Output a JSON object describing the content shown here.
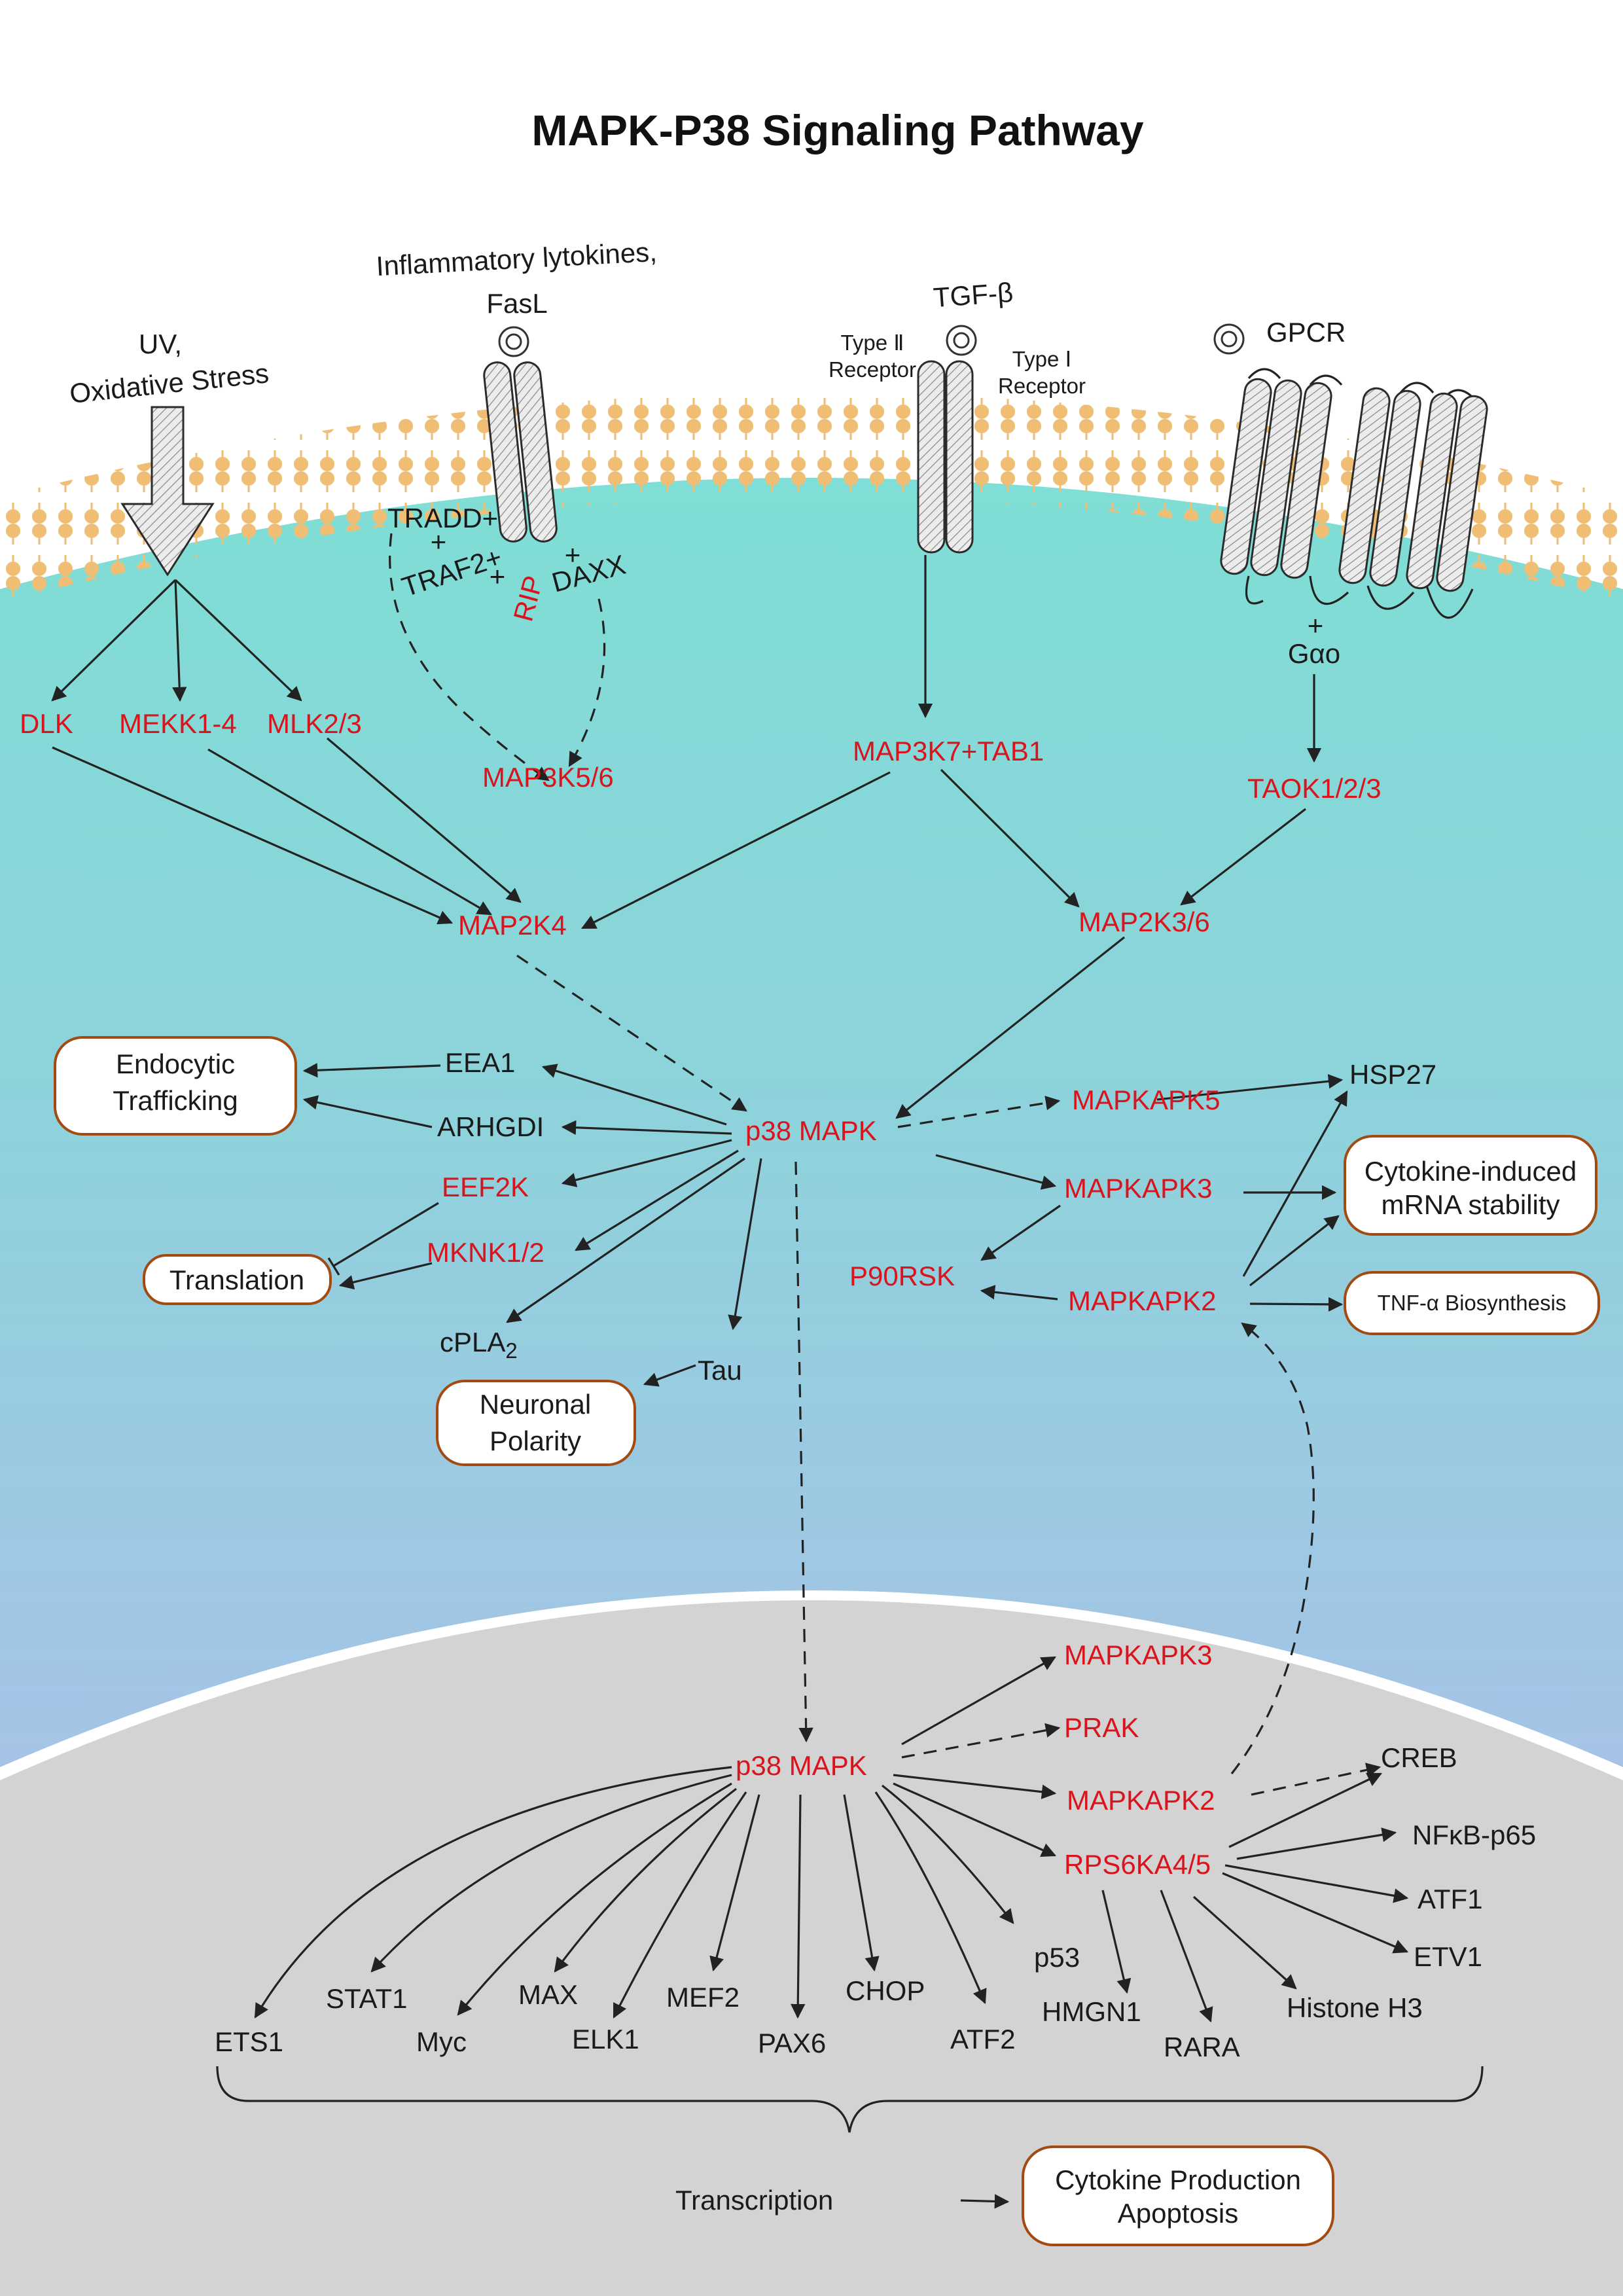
{
  "title": "MAPK-P38 Signaling Pathway",
  "colors": {
    "cytoplasm_top": "#7fded5",
    "cytoplasm_bottom": "#a6c3e7",
    "nucleus": "#d3d3d3",
    "membrane": "#efbd73",
    "kinase_red": "#d9141d",
    "box_border": "#a24a12"
  },
  "stimuli": {
    "uv_line1": "UV,",
    "uv_line2": "Oxidative Stress",
    "inflam_line1": "Inflammatory lytokines,",
    "inflam_line2": "FasL",
    "tgf": "TGF-β",
    "type2_line1": "Type Ⅱ",
    "type2_line2": "Receptor",
    "type1_line1": "Type Ⅰ",
    "type1_line2": "Receptor",
    "gpcr": "GPCR"
  },
  "adaptors": {
    "tradd": "TRADD+",
    "plus1": "+",
    "traf2": "TRAF2+",
    "plus2": "+",
    "rip": "RIP",
    "plus3": "+",
    "daxx": "DAXX",
    "plus4": "+",
    "galpha": "Gαo"
  },
  "cytoplasm": {
    "dlk": "DLK",
    "mekk": "MEKK1-4",
    "mlk": "MLK2/3",
    "map3k56": "MAP3K5/6",
    "map3k7": "MAP3K7+TAB1",
    "taok": "TAOK1/2/3",
    "map2k4": "MAP2K4",
    "map2k36": "MAP2K3/6",
    "p38": "p38 MAPK",
    "eea1": "EEA1",
    "arhgdi": "ARHGDI",
    "eef2k": "EEF2K",
    "mknk": "MKNK1/2",
    "cpla2": "cPLA",
    "cpla2_sub": "2",
    "tau": "Tau",
    "mapkapk5": "MAPKAPK5",
    "mapkapk3": "MAPKAPK3",
    "mapkapk2": "MAPKAPK2",
    "p90rsk": "P90RSK",
    "hsp27": "HSP27"
  },
  "outcome_boxes": {
    "endocytic_line1": "Endocytic",
    "endocytic_line2": "Trafficking",
    "translation": "Translation",
    "neuronal_line1": "Neuronal",
    "neuronal_line2": "Polarity",
    "cytokine_line1": "Cytokine-induced",
    "cytokine_line2": "mRNA stability",
    "tnf": "TNF-α Biosynthesis",
    "final_line1": "Cytokine Production",
    "final_line2": "Apoptosis"
  },
  "nucleus": {
    "p38": "p38 MAPK",
    "mapkapk3": "MAPKAPK3",
    "prak": "PRAK",
    "mapkapk2": "MAPKAPK2",
    "rps6ka": "RPS6KA4/5",
    "creb": "CREB",
    "nfkb": "NFκB-p65",
    "atf1": "ATF1",
    "etv1": "ETV1",
    "histone": "Histone H3",
    "rara": "RARA",
    "hmgn1": "HMGN1",
    "p53": "p53",
    "atf2": "ATF2",
    "chop": "CHOP",
    "pax6": "PAX6",
    "mef2": "MEF2",
    "elk1": "ELK1",
    "max": "MAX",
    "myc": "Myc",
    "stat1": "STAT1",
    "ets1": "ETS1",
    "transcription": "Transcription"
  }
}
